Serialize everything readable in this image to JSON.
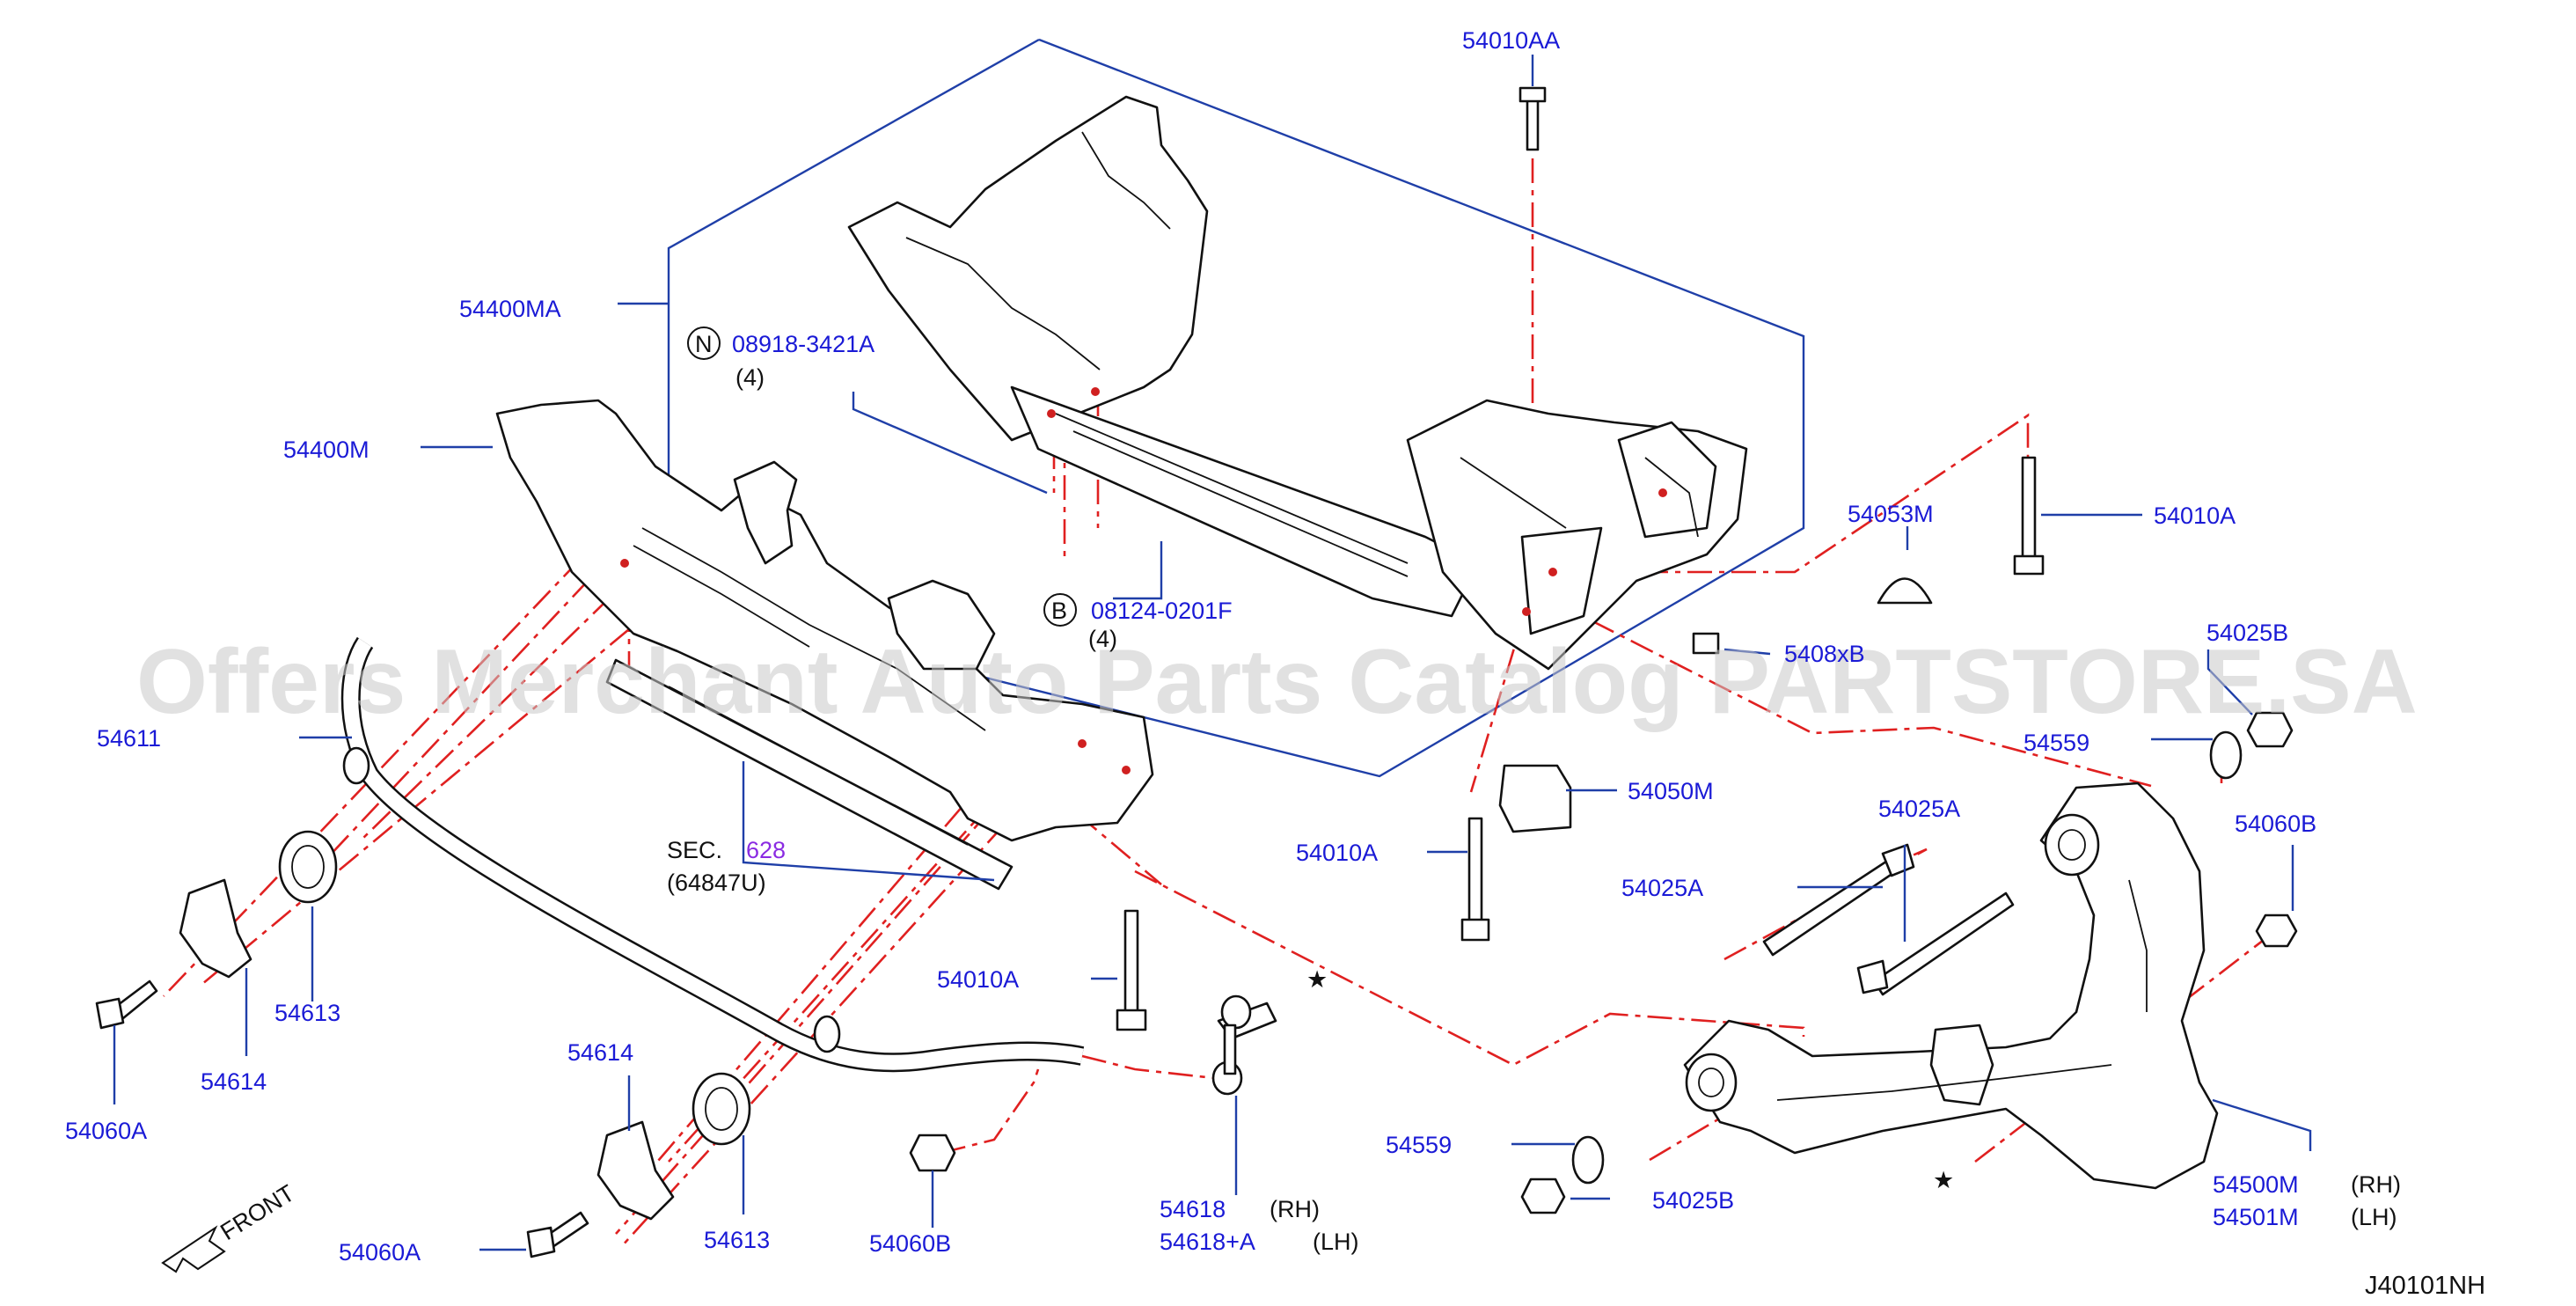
{
  "labels": {
    "p54010AA": "54010AA",
    "p54400MA": "54400MA",
    "n08918": "08918-3421A",
    "n08918_qty": "(4)",
    "p54400M": "54400M",
    "b08124": "08124-0201F",
    "b08124_qty": "(4)",
    "p54010A_top": "54010A",
    "p54053M": "54053M",
    "p5408xB": "5408xB",
    "p54025B_top": "54025B",
    "p54559_top": "54559",
    "p54050M": "54050M",
    "p54611": "54611",
    "sec_prefix": "SEC.",
    "sec_num": "628",
    "sec_part": "(64847U)",
    "p54010A_mid": "54010A",
    "p54025A_1": "54025A",
    "p54025A_2": "54025A",
    "p54060B_right": "54060B",
    "p54010A_low": "54010A",
    "p54613_left": "54613",
    "p54614_left": "54614",
    "p54060A_left": "54060A",
    "p54614_low": "54614",
    "p54613_low": "54613",
    "p54060A_low": "54060A",
    "p54060B_low": "54060B",
    "p54618": "54618",
    "rh1": "(RH)",
    "p54618A": "54618+A",
    "lh1": "(LH)",
    "p54559_low": "54559",
    "p54025B_low": "54025B",
    "p54500M": "54500M",
    "rh2": "(RH)",
    "p54501M": "54501M",
    "lh2": "(LH)",
    "front": "FRONT",
    "diagram_code": "J40101NH",
    "circle_n": "N",
    "circle_b": "B",
    "star1": "★",
    "star2": "★"
  },
  "watermark": "Offers Merchant Auto Parts Catalog PARTSTORE.SA",
  "colors": {
    "label": "#1a1ad6",
    "leader": "#1f3fa8",
    "centerline": "#e02020",
    "ref": "#8a2be2"
  }
}
